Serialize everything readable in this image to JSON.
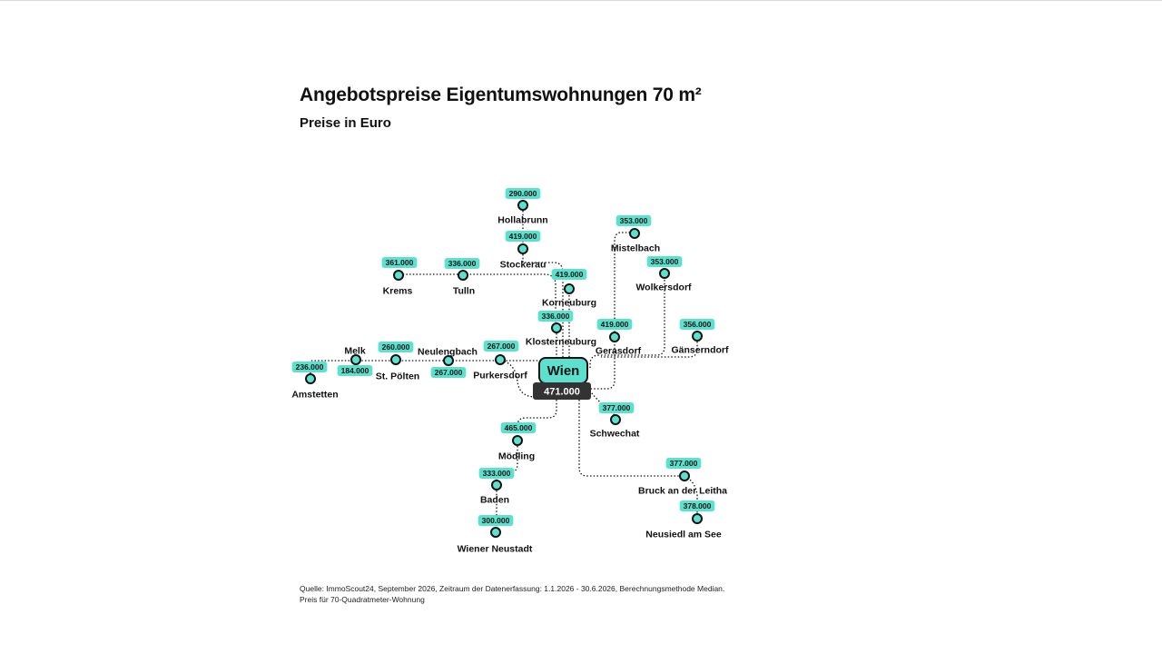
{
  "title": "Angebotspreise Eigentumswohnungen 70 m²",
  "subtitle": "Preise in Euro",
  "source": "Quelle: ImmoScout24, September 2026, Zeitraum der Datenerfassung: 1.1.2026 - 30.6.2026, Berechnungsmethode Median. Preis für 70-Quadratmeter-Wohnung",
  "colors": {
    "accent": "#5ce1cf",
    "line": "#111111",
    "dark_badge": "#333333"
  },
  "hub": {
    "name": "Wien",
    "price": "471.000"
  },
  "stations": [
    {
      "id": "hollabrunn",
      "name": "Hollabrunn",
      "price": "290.000"
    },
    {
      "id": "stockerau",
      "name": "Stockerau",
      "price": "419.000"
    },
    {
      "id": "korneuburg",
      "name": "Korneuburg",
      "price": "419.000"
    },
    {
      "id": "klosterneuburg",
      "name": "Klosterneuburg",
      "price": "336.000"
    },
    {
      "id": "krems",
      "name": "Krems",
      "price": "361.000"
    },
    {
      "id": "tulln",
      "name": "Tulln",
      "price": "336.000"
    },
    {
      "id": "mistelbach",
      "name": "Mistelbach",
      "price": "353.000"
    },
    {
      "id": "wolkersdorf",
      "name": "Wolkersdorf",
      "price": "353.000"
    },
    {
      "id": "gerasdorf",
      "name": "Gerasdorf",
      "price": "419.000"
    },
    {
      "id": "gaenserndorf",
      "name": "Gänserndorf",
      "price": "356.000"
    },
    {
      "id": "melk",
      "name": "Melk",
      "price": "184.000"
    },
    {
      "id": "amstetten",
      "name": "Amstetten",
      "price": "236.000"
    },
    {
      "id": "stpoelten",
      "name": "St. Pölten",
      "price": "260.000"
    },
    {
      "id": "neulengbach",
      "name": "Neulengbach",
      "price": "267.000"
    },
    {
      "id": "purkersdorf",
      "name": "Purkersdorf",
      "price": "267.000"
    },
    {
      "id": "schwechat",
      "name": "Schwechat",
      "price": "377.000"
    },
    {
      "id": "moedling",
      "name": "Mödling",
      "price": "465.000"
    },
    {
      "id": "baden",
      "name": "Baden",
      "price": "333.000"
    },
    {
      "id": "wienerneustadt",
      "name": "Wiener Neustadt",
      "price": "300.000"
    },
    {
      "id": "bruck",
      "name": "Bruck an der Leitha",
      "price": "377.000"
    },
    {
      "id": "neusiedl",
      "name": "Neusiedl am See",
      "price": "378.000"
    }
  ]
}
